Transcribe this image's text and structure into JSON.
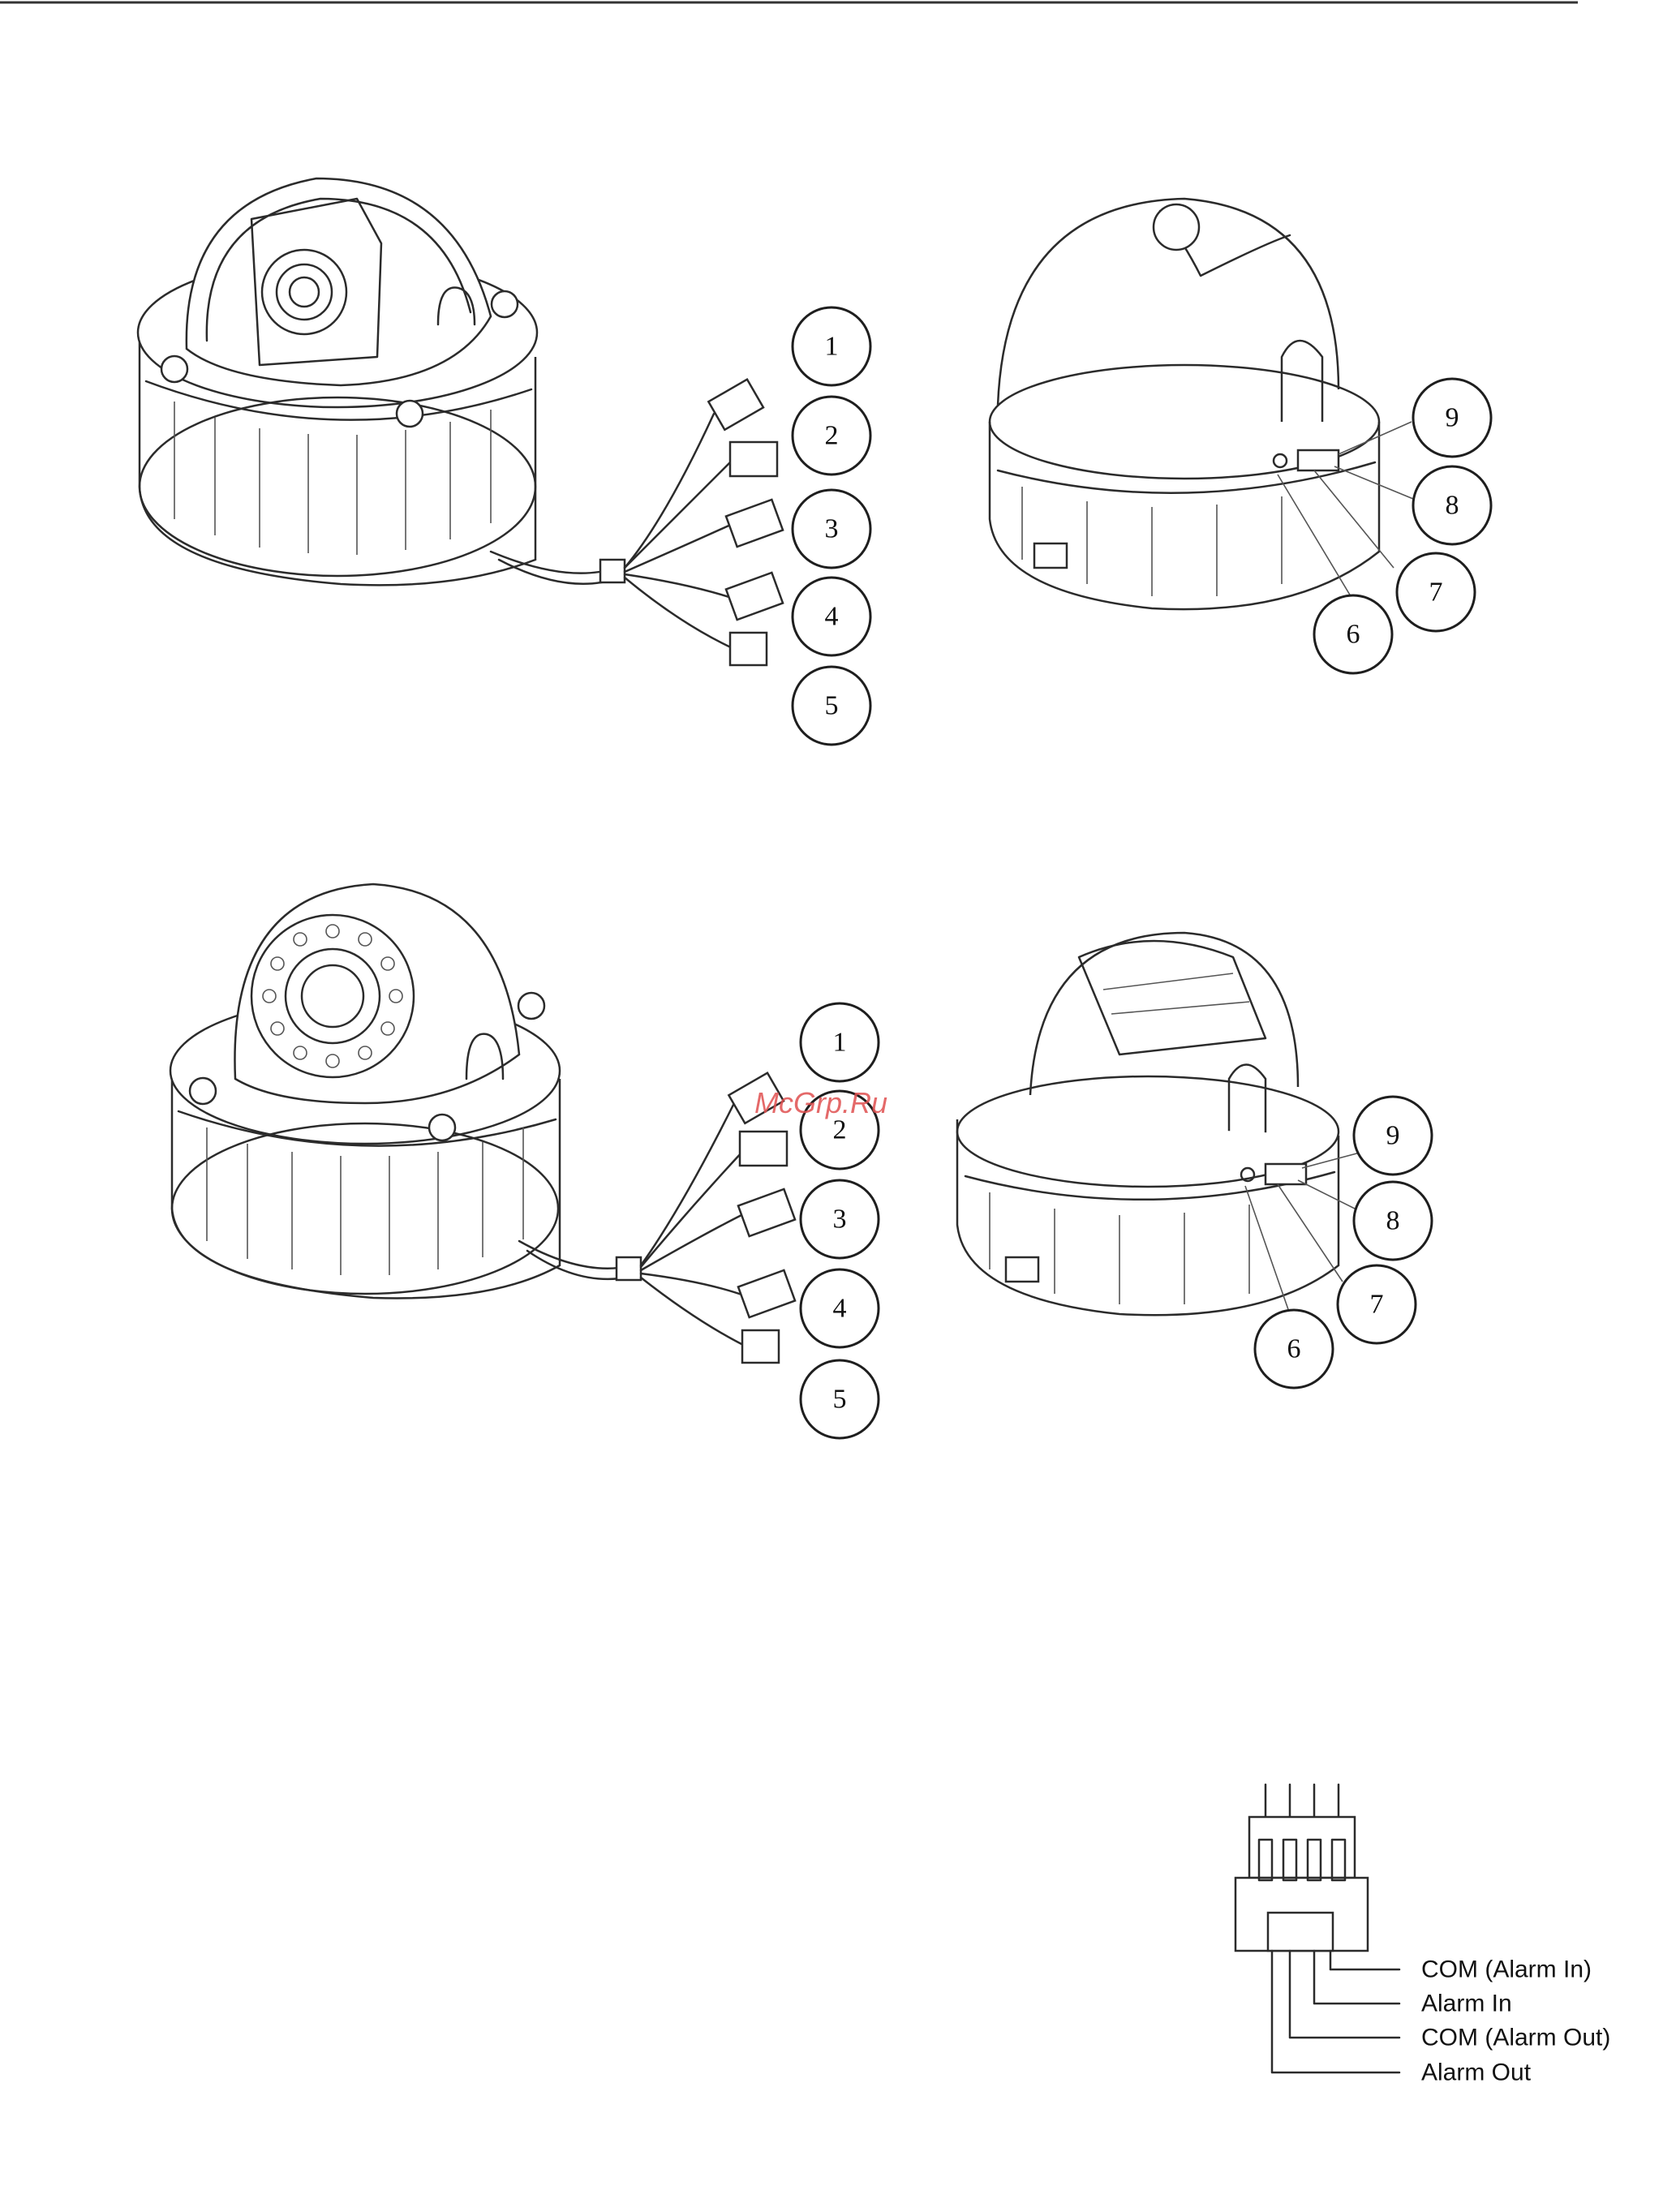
{
  "watermark": "McGrp.Ru",
  "figures": [
    {
      "callouts": [
        "1",
        "2",
        "3",
        "4",
        "5",
        "6",
        "7",
        "8",
        "9"
      ]
    },
    {
      "callouts": [
        "1",
        "2",
        "3",
        "4",
        "5",
        "6",
        "7",
        "8",
        "9"
      ]
    }
  ],
  "pin_diagram": {
    "labels": [
      "COM (Alarm In)",
      "Alarm In",
      "COM (Alarm Out)",
      "Alarm Out"
    ]
  },
  "colors": {
    "line": "#2b2b2b",
    "watermark": "#e05050"
  }
}
